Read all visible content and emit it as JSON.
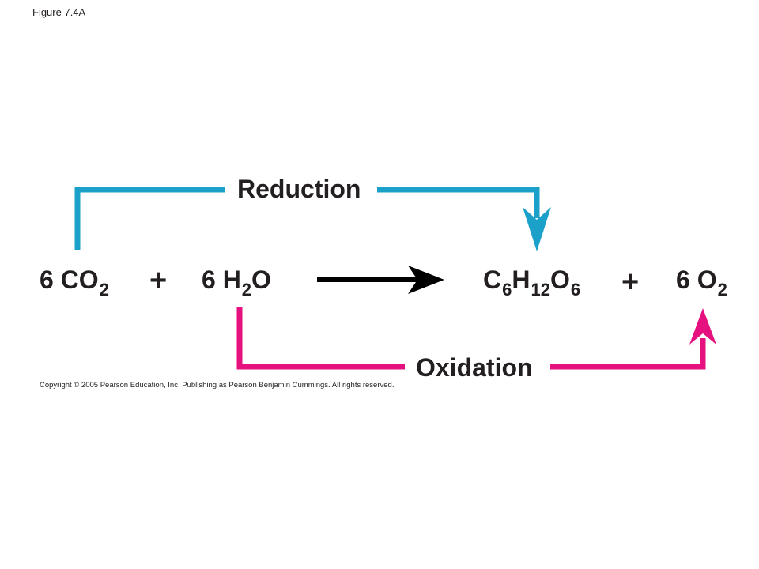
{
  "figure_label": "Figure 7.4A",
  "reduction_label": "Reduction",
  "oxidation_label": "Oxidation",
  "equation": {
    "co2": {
      "coef": "6 CO",
      "sub": "2"
    },
    "plus1": "+",
    "h2o": {
      "pre": "6 H",
      "sub": "2",
      "post": "O"
    },
    "glucose": {
      "c": "C",
      "c_sub": "6",
      "h": "H",
      "h_sub": "12",
      "o": "O",
      "o_sub": "6"
    },
    "plus2": "+",
    "o2": {
      "coef": "6 O",
      "sub": "2"
    }
  },
  "colors": {
    "reduction": "#1ba1c9",
    "oxidation": "#e5117e",
    "reaction_arrow": "#000000",
    "text": "#231f20"
  },
  "copyright": "Copyright © 2005 Pearson Education, Inc. Publishing as Pearson Benjamin Cummings. All rights reserved."
}
